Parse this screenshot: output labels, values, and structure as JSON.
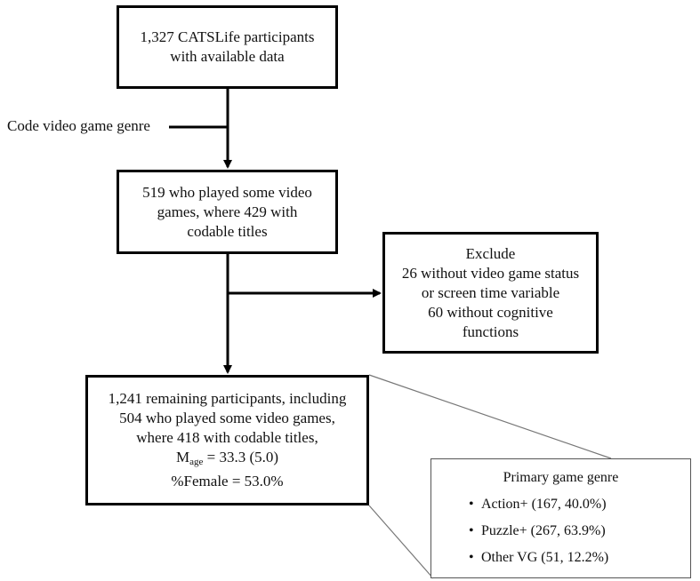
{
  "box_top": {
    "line1": "1,327 CATSLife participants",
    "line2": "with available data"
  },
  "side_label": "Code video game genre",
  "box_played": {
    "line1": "519 who played some video",
    "line2": "games, where 429 with",
    "line3": "codable titles"
  },
  "box_exclude": {
    "line1": "Exclude",
    "line2": "26 without video game status",
    "line3": "or screen time variable",
    "line4": "60 without cognitive",
    "line5": "functions"
  },
  "box_remaining": {
    "line1": "1,241 remaining participants, including",
    "line2": "504 who played some video games,",
    "line3": "where 418 with codable titles,",
    "mean_symbol": "M",
    "mean_subscript": "age",
    "mean_value": " = 33.3 (5.0)",
    "female": "%Female = 53.0%"
  },
  "genre_box": {
    "title": "Primary game genre",
    "bullet": "•",
    "items": [
      {
        "label": "Action+ (167, 40.0%)"
      },
      {
        "label": "Puzzle+ (267, 63.9%)"
      },
      {
        "label": "Other VG (51, 12.2%)"
      }
    ]
  }
}
